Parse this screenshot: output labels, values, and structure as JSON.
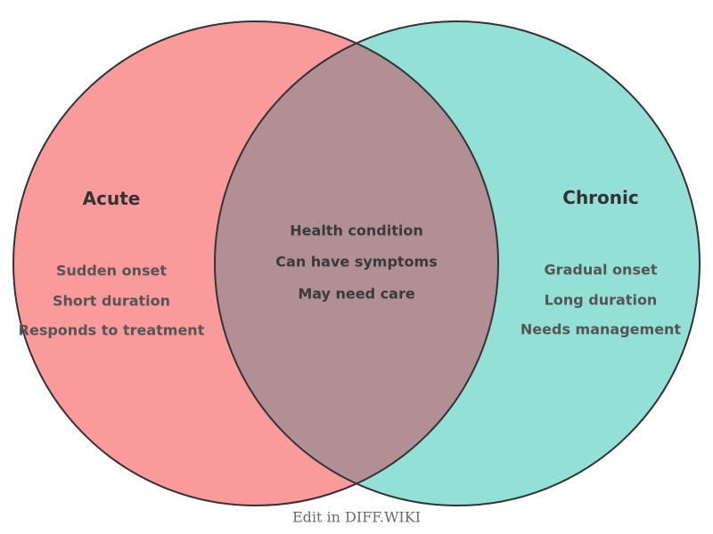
{
  "diagram": {
    "type": "venn",
    "left_set": {
      "title": "Acute",
      "items": [
        "Sudden onset",
        "Short duration",
        "Responds to treatment"
      ],
      "fill_color": "#FA9A9A"
    },
    "right_set": {
      "title": "Chronic",
      "items": [
        "Gradual onset",
        "Long duration",
        "Needs management"
      ],
      "fill_color": "#92E0D6"
    },
    "overlap": {
      "items": [
        "Health condition",
        "Can have symptoms",
        "May need care"
      ],
      "fill_color": "#B18F95"
    },
    "caption": "Edit in DIFF.WIKI",
    "colors": {
      "stroke": "#333333",
      "title_text": "#333333",
      "side_item_text": "#555555",
      "center_item_text": "#3a3a3a",
      "caption_text": "#6b6b6b",
      "background": "#ffffff"
    }
  }
}
